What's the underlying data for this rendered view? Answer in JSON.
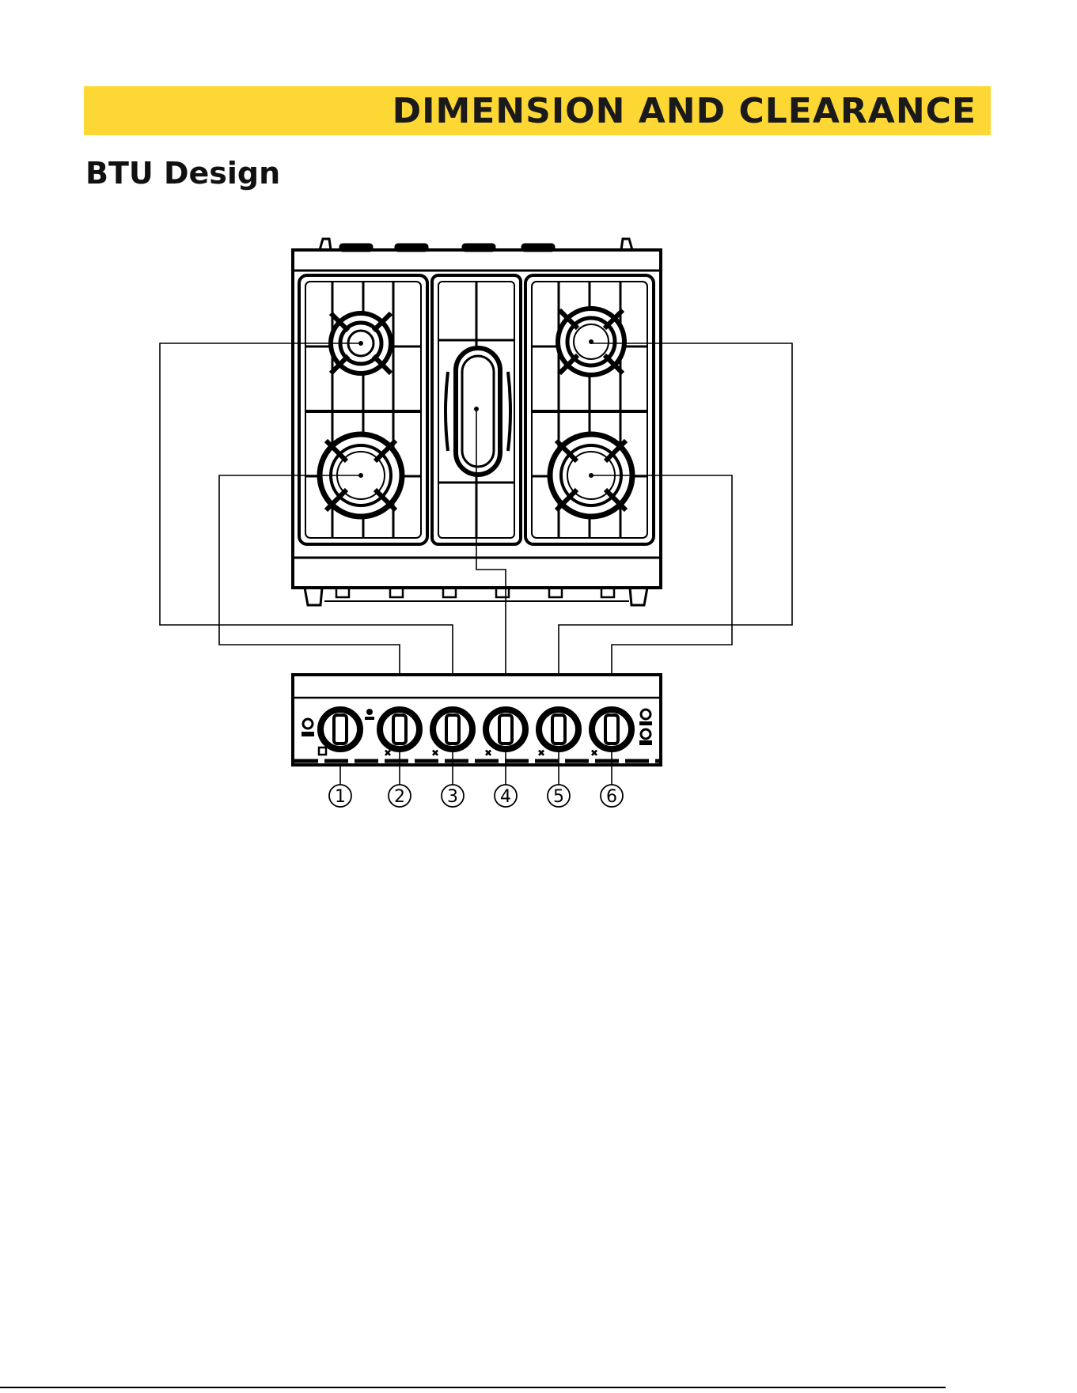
{
  "header": {
    "title": "DIMENSION AND CLEARANCE",
    "accent_color": "#FDD835"
  },
  "section": {
    "title": "BTU Design"
  },
  "diagram": {
    "burners": [
      {
        "id": "left-rear",
        "icon": "burner-small-icon"
      },
      {
        "id": "left-front",
        "icon": "burner-large-icon"
      },
      {
        "id": "center",
        "icon": "oval-burner-icon"
      },
      {
        "id": "right-rear",
        "icon": "burner-medium-icon"
      },
      {
        "id": "right-front",
        "icon": "burner-large-icon"
      }
    ],
    "knob_labels": [
      "1",
      "2",
      "3",
      "4",
      "5",
      "6"
    ]
  }
}
